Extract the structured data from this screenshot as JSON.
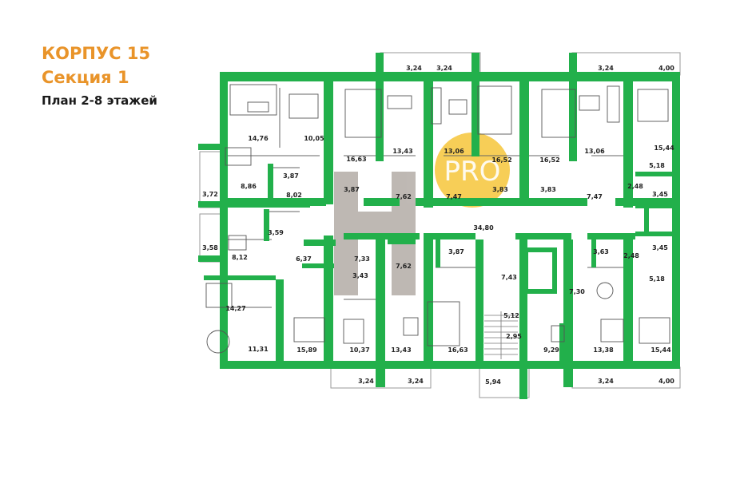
{
  "header": {
    "building": "КОРПУС 15",
    "section": "Секция 1",
    "plan": "План 2-8 этажей"
  },
  "watermark": "PRO",
  "colors": {
    "wall": "#22b04b",
    "accent": "#e9942a",
    "watermark": "#f6c63a"
  },
  "rooms": [
    {
      "t": "3,24"
    },
    {
      "t": "3,24"
    },
    {
      "t": "3,24"
    },
    {
      "t": "4,00"
    },
    {
      "t": "14,76"
    },
    {
      "t": "10,05"
    },
    {
      "t": "16,63"
    },
    {
      "t": "13,43"
    },
    {
      "t": "13,06"
    },
    {
      "t": "16,52"
    },
    {
      "t": "16,52"
    },
    {
      "t": "13,06"
    },
    {
      "t": "15,44"
    },
    {
      "t": "3,87"
    },
    {
      "t": "8,86"
    },
    {
      "t": "3,72"
    },
    {
      "t": "8,02"
    },
    {
      "t": "3,87"
    },
    {
      "t": "7,62"
    },
    {
      "t": "7,47"
    },
    {
      "t": "3,83"
    },
    {
      "t": "3,83"
    },
    {
      "t": "7,47"
    },
    {
      "t": "2,48"
    },
    {
      "t": "5,18"
    },
    {
      "t": "3,45"
    },
    {
      "t": "34,80"
    },
    {
      "t": "3,59"
    },
    {
      "t": "3,58"
    },
    {
      "t": "8,12"
    },
    {
      "t": "6,37"
    },
    {
      "t": "7,33"
    },
    {
      "t": "3,43"
    },
    {
      "t": "7,62"
    },
    {
      "t": "3,87"
    },
    {
      "t": "7,43"
    },
    {
      "t": "3,63"
    },
    {
      "t": "2,48"
    },
    {
      "t": "3,45"
    },
    {
      "t": "5,18"
    },
    {
      "t": "7,30"
    },
    {
      "t": "14,27"
    },
    {
      "t": "5,12"
    },
    {
      "t": "2,95"
    },
    {
      "t": "11,31"
    },
    {
      "t": "15,89"
    },
    {
      "t": "10,37"
    },
    {
      "t": "13,43"
    },
    {
      "t": "16,63"
    },
    {
      "t": "9,29"
    },
    {
      "t": "13,38"
    },
    {
      "t": "15,44"
    },
    {
      "t": "3,24"
    },
    {
      "t": "3,24"
    },
    {
      "t": "5,94"
    },
    {
      "t": "3,24"
    },
    {
      "t": "4,00"
    }
  ]
}
